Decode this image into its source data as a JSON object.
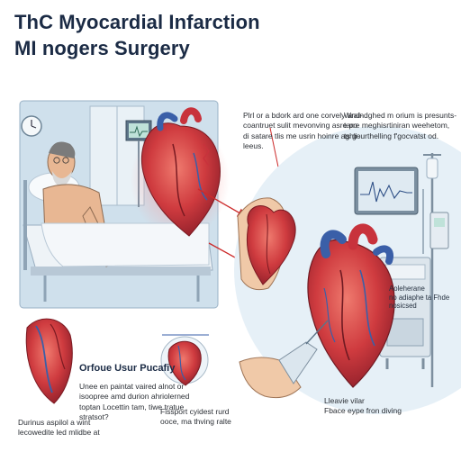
{
  "title": {
    "line1": "ThC Myocardial Infarction",
    "line2": "MI nogers Surgery"
  },
  "texts": {
    "top_middle": [
      "Plrl or a bdork ard one corvely and-",
      "coantruet sulit mevonving  asre po",
      "di satare tlis me usrin hoinre aghli-",
      "leeus."
    ],
    "top_right": [
      "Wraindghed m orium is presunts-",
      "tarre meghisrtiniran weehetom,",
      "ts gourthelling f'gocvatst od."
    ],
    "monitor_label": [
      "Aoleherane",
      "no adiaphe ta Fhde",
      "nosicsed"
    ],
    "bottom_center_heading": "Orfoue Usur Pucafiy",
    "bottom_center": [
      "Unee en paintat vaired alnot or",
      "isoopree amd durion ahriolerned",
      "toptan Locettin tam, tiwe tratue",
      "stratsot?"
    ],
    "bottom_left": [
      "Durinus aspilol a wint",
      "lecowedite led mlidbe at"
    ],
    "bottom_small_center": [
      "Fissport cyidest rurd",
      "ooce, ma thving ralte"
    ],
    "bottom_right": [
      "Lleavie vilar",
      "Fbace eype fron diving"
    ]
  },
  "colors": {
    "title": "#1b2b45",
    "heart_red": "#c8323c",
    "artery_blue": "#3a5fa8",
    "room_blue": "#cfe0ec",
    "circle_bg": "#e6f0f7",
    "arrow_red": "#cc2a2a"
  }
}
